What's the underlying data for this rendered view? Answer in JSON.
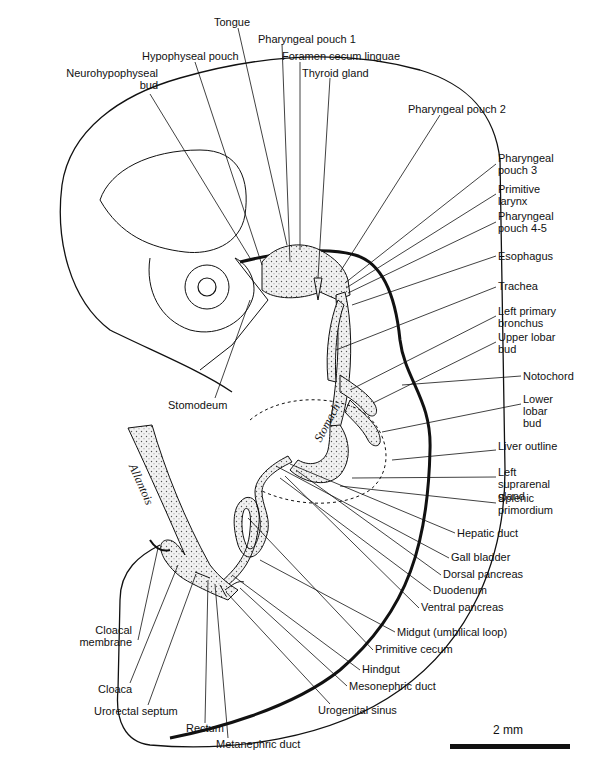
{
  "diagram": {
    "labels": [
      "Tongue",
      "Pharyngeal pouch 1",
      "Hypophyseal pouch",
      "Foramen cecum linguae",
      "Neurohypophyseal bud",
      "Thyroid gland",
      "Pharyngeal pouch 2",
      "Pharyngeal pouch 3",
      "Primitive larynx",
      "Pharyngeal pouch 4-5",
      "Esophagus",
      "Trachea",
      "Left primary bronchus",
      "Upper lobar bud",
      "Notochord",
      "Lower lobar bud",
      "Liver outline",
      "Left suprarenal gland",
      "Splenic primordium",
      "Stomodeum",
      "Allantois",
      "Stomach",
      "Hepatic duct",
      "Gall bladder",
      "Dorsal pancreas",
      "Duodenum",
      "Ventral pancreas",
      "Midgut (umbilical loop)",
      "Primitive cecum",
      "Hindgut",
      "Mesonephric duct",
      "Cloacal membrane",
      "Cloaca",
      "Urorectal septum",
      "Rectum",
      "Metanephric duct",
      "Urogenital sinus",
      "2 mm"
    ]
  }
}
